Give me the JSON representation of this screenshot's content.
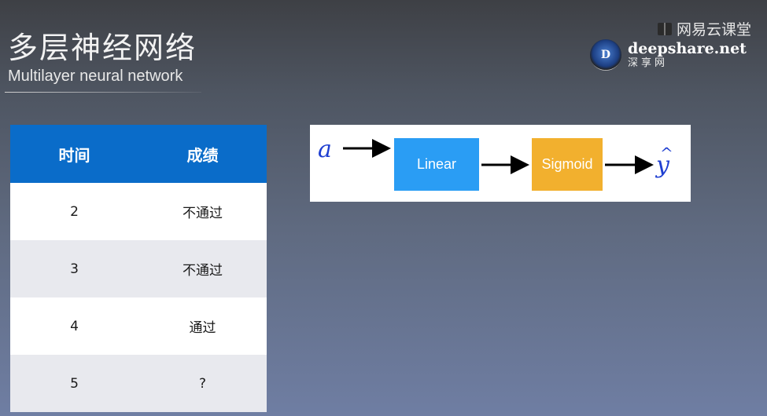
{
  "title": {
    "cn": "多层神经网络",
    "en": "Multilayer neural network"
  },
  "brand": {
    "top": "网易云课堂",
    "logo_letter": "D",
    "name": "deepshare.net",
    "sub": "深享网"
  },
  "table": {
    "headers": [
      "时间",
      "成绩"
    ],
    "rows": [
      [
        "2",
        "不通过"
      ],
      [
        "3",
        "不通过"
      ],
      [
        "4",
        "通过"
      ],
      [
        "5",
        "?"
      ]
    ]
  },
  "diagram": {
    "input": "a",
    "linear": "Linear",
    "sigmoid": "Sigmoid",
    "output": "y",
    "output_hat": "^",
    "colors": {
      "linear": "#2a9df4",
      "sigmoid": "#f2b02e",
      "math": "#1f3fd1"
    }
  }
}
